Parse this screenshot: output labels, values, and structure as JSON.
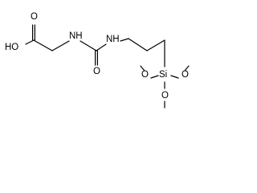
{
  "molecule": {
    "atoms": {
      "ho": "HO",
      "o_carbonyl_acid": "O",
      "nh_amide": "NH",
      "o_urea": "O",
      "nh_urea": "NH",
      "si": "Si",
      "o_si_left": "O",
      "o_si_right": "O",
      "o_si_bottom": "O"
    }
  },
  "colors": {
    "bond": "#000000",
    "atom_label": "#000000",
    "background": "#ffffff"
  }
}
